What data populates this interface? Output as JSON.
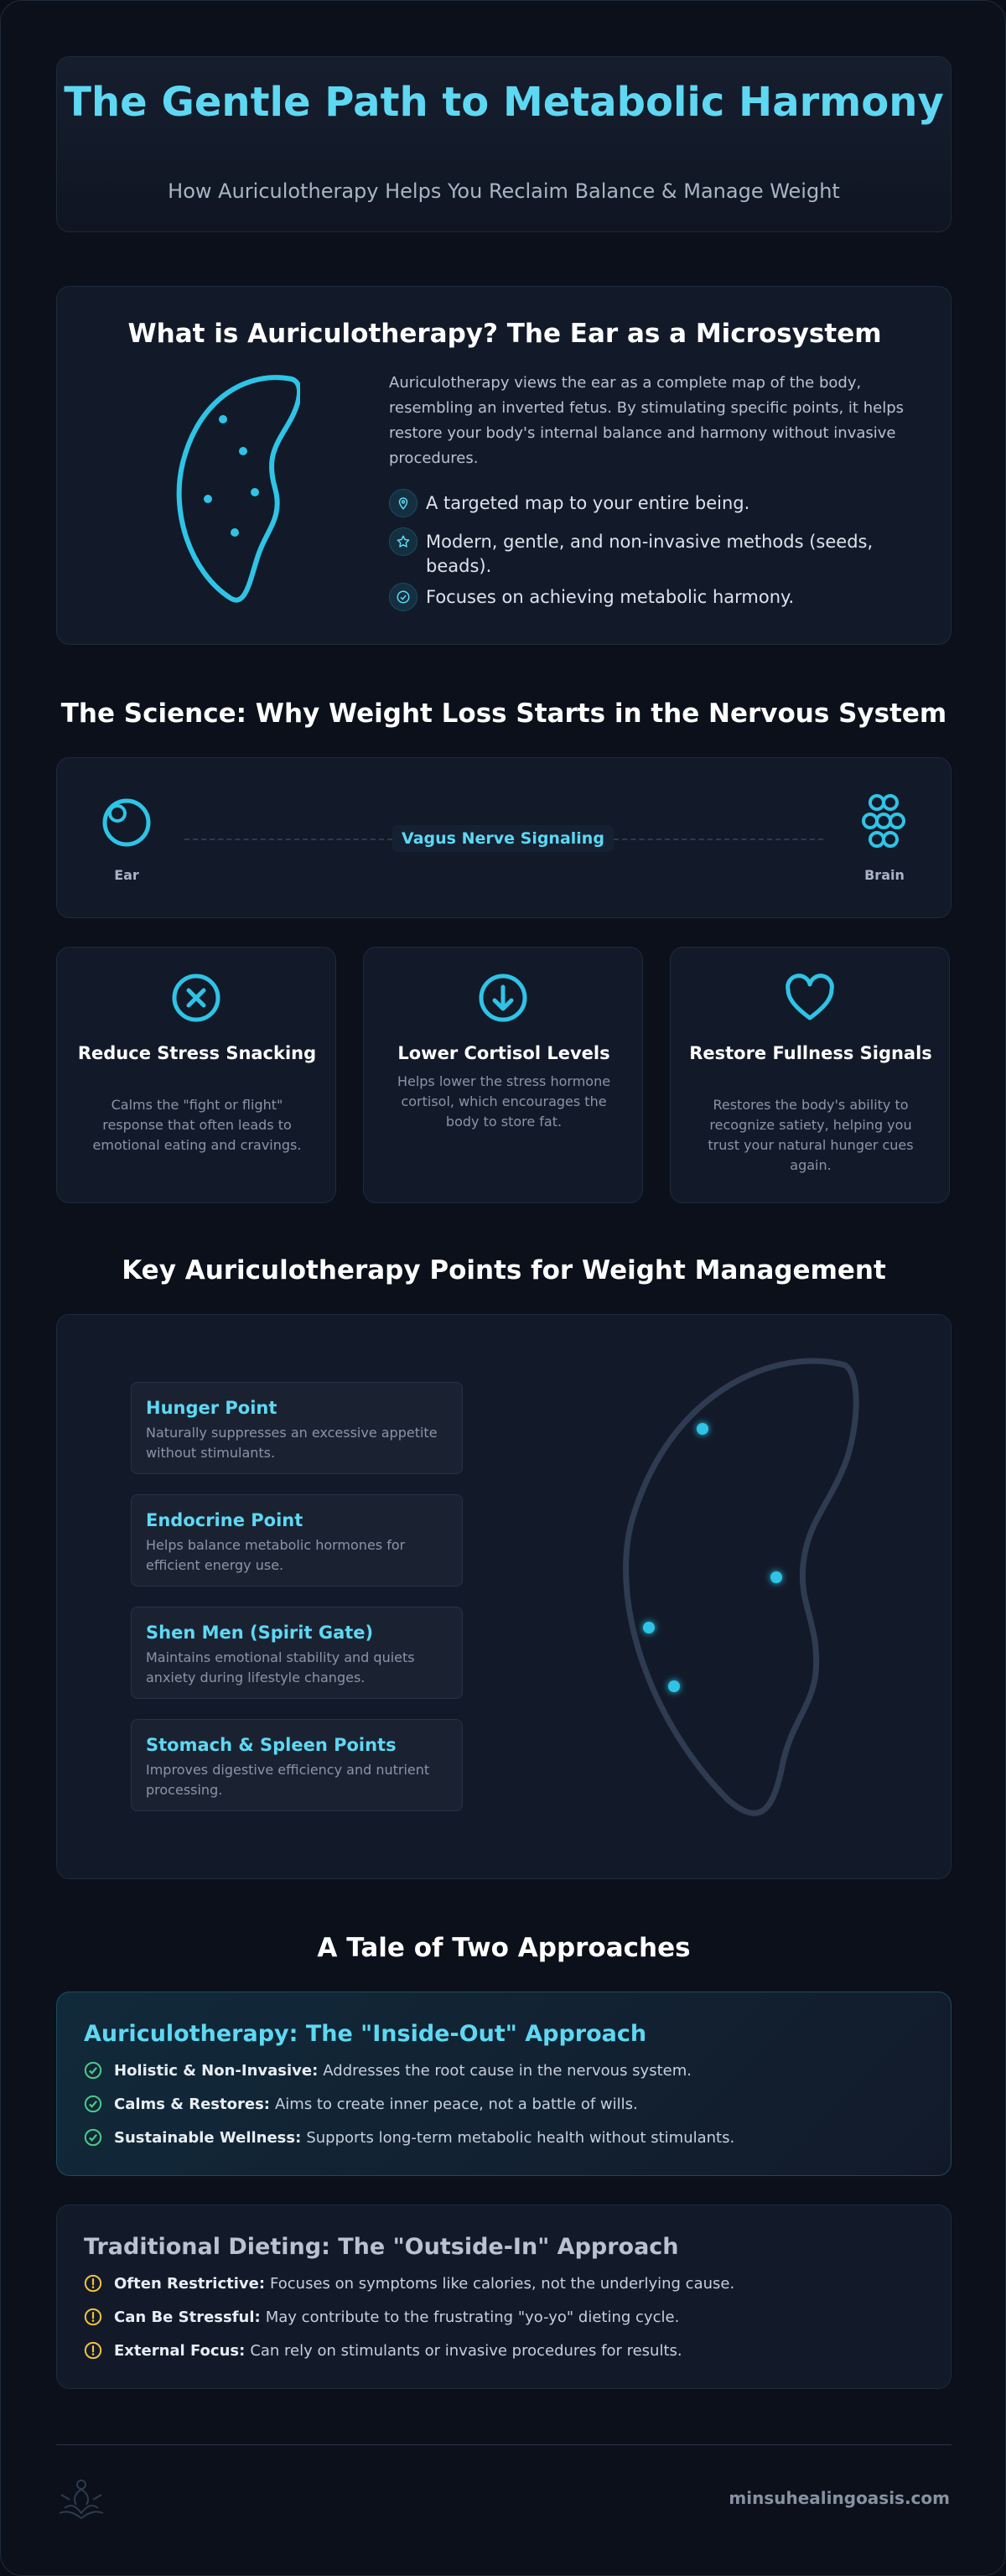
{
  "header": {
    "title": "The Gentle Path to Metabolic Harmony",
    "subtitle": "How Auriculotherapy Helps You Reclaim Balance & Manage Weight"
  },
  "what": {
    "heading": "What is Auriculotherapy? The Ear as a Microsystem",
    "paragraph": "Auriculotherapy views the ear as a complete map of the body, resembling an inverted fetus. By stimulating specific points, it helps restore your body's internal balance and harmony without invasive procedures.",
    "features": [
      {
        "icon": "map-pin-icon",
        "text": "A targeted map to your entire being."
      },
      {
        "icon": "star-icon",
        "text": "Modern, gentle, and non-invasive methods (seeds, beads)."
      },
      {
        "icon": "check-circle-icon",
        "text": "Focuses on achieving metabolic harmony."
      }
    ]
  },
  "science": {
    "heading": "The Science: Why Weight Loss Starts in the Nervous System",
    "ear_label": "Ear",
    "signal_label": "Vagus Nerve Signaling",
    "brain_label": "Brain",
    "benefits": [
      {
        "icon": "x-circle-icon",
        "title": "Reduce Stress Snacking",
        "text": "Calms the \"fight or flight\" response that often leads to emotional eating and cravings."
      },
      {
        "icon": "arrow-down-circle-icon",
        "title": "Lower Cortisol Levels",
        "text": "Helps lower the stress hormone cortisol, which encourages the body to store fat."
      },
      {
        "icon": "heart-icon",
        "title": "Restore Fullness Signals",
        "text": "Restores the body's ability to recognize satiety, helping you trust your natural hunger cues again."
      }
    ]
  },
  "points": {
    "heading": "Key Auriculotherapy Points for Weight Management",
    "items": [
      {
        "name": "Hunger Point",
        "desc": "Naturally suppresses an excessive appetite without stimulants."
      },
      {
        "name": "Endocrine Point",
        "desc": "Helps balance metabolic hormones for efficient energy use."
      },
      {
        "name": "Shen Men (Spirit Gate)",
        "desc": "Maintains emotional stability and quiets anxiety during lifestyle changes."
      },
      {
        "name": "Stomach & Spleen Points",
        "desc": "Improves digestive efficiency and nutrient processing."
      }
    ]
  },
  "approaches": {
    "heading": "A Tale of Two Approaches",
    "inside_out": {
      "title": "Auriculotherapy: The \"Inside-Out\" Approach",
      "color": "#5ed8f2",
      "rows": [
        {
          "label": "Holistic & Non-Invasive:",
          "text": "Addresses the root cause in the nervous system."
        },
        {
          "label": "Calms & Restores:",
          "text": "Aims to create inner peace, not a battle of wills."
        },
        {
          "label": "Sustainable Wellness:",
          "text": "Supports long-term metabolic health without stimulants."
        }
      ]
    },
    "outside_in": {
      "title": "Traditional Dieting: The \"Outside-In\" Approach",
      "color": "#b9c2cf",
      "rows": [
        {
          "label": "Often Restrictive:",
          "text": "Focuses on symptoms like calories, not the underlying cause."
        },
        {
          "label": "Can Be Stressful:",
          "text": "May contribute to the frustrating \"yo-yo\" dieting cycle."
        },
        {
          "label": "External Focus:",
          "text": "Can rely on stimulants or invasive procedures for results."
        }
      ]
    }
  },
  "footer": {
    "site": "minsuhealingoasis.com",
    "logo_icon": "lotus-meditation-icon"
  },
  "colors": {
    "accent": "#5ed8f2",
    "icon_cyan": "#2fc4e6",
    "success": "#4cc98a",
    "warning": "#f0c23c"
  }
}
